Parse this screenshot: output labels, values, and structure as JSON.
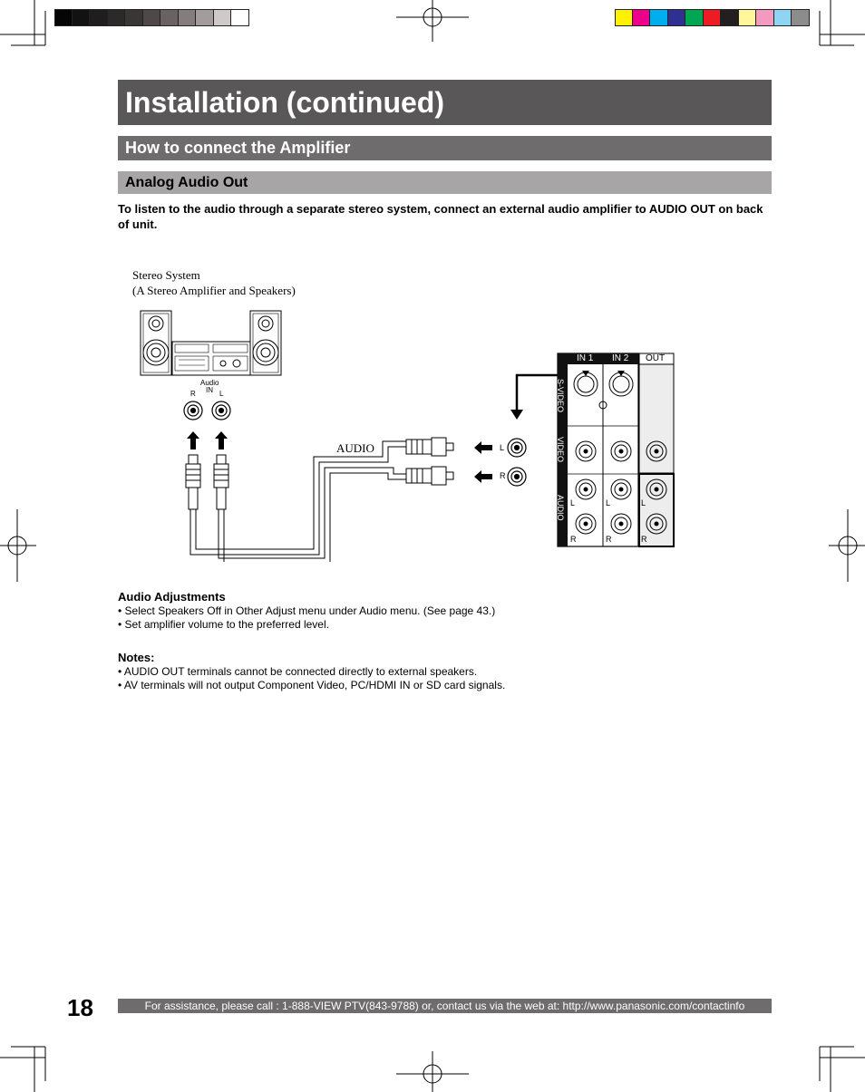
{
  "registration": {
    "gray_swatches": [
      "#050505",
      "#121212",
      "#1f1d1d",
      "#2c2929",
      "#3b3636",
      "#4e4848",
      "#6a6262",
      "#857d7d",
      "#a39c9c",
      "#cfc9c9",
      "#ffffff"
    ],
    "color_swatches": [
      "#fff200",
      "#ec008c",
      "#00aeef",
      "#2e3192",
      "#00a651",
      "#ed1c24",
      "#231f20",
      "#fff799",
      "#f49ac1",
      "#8fd4f2",
      "#8c8c8c"
    ]
  },
  "header": {
    "title": "Installation (continued)",
    "section": "How to connect the Amplifier",
    "subsection": "Analog Audio Out"
  },
  "intro": "To listen to the audio through a separate stereo system, connect an external audio amplifier to AUDIO OUT on back of unit.",
  "diagram": {
    "stereo_label_1": "Stereo System",
    "stereo_label_2": "(A Stereo Amplifier and Speakers)",
    "audio_in_label": "Audio",
    "audio_in_sub": "IN",
    "amp_r": "R",
    "amp_l": "L",
    "cable_label": "AUDIO",
    "plug_l": "L",
    "plug_r": "R",
    "panel": {
      "in1": "IN 1",
      "in2": "IN 2",
      "out": "OUT",
      "svideo": "S-VIDEO",
      "video": "VIDEO",
      "audio": "AUDIO",
      "l": "L",
      "r": "R"
    }
  },
  "adjustments": {
    "title": "Audio Adjustments",
    "items": [
      "• Select Speakers Off in Other Adjust menu under Audio menu. (See page 43.)",
      "• Set amplifier volume to the preferred level."
    ]
  },
  "notes": {
    "title": "Notes:",
    "items": [
      "• AUDIO OUT terminals cannot be connected directly to external speakers.",
      "• AV terminals will not output Component Video, PC/HDMI IN or SD card signals."
    ]
  },
  "footer": {
    "page_number": "18",
    "assistance": "For assistance, please call : 1-888-VIEW PTV(843-9788) or, contact us via the web at: http://www.panasonic.com/contactinfo"
  }
}
